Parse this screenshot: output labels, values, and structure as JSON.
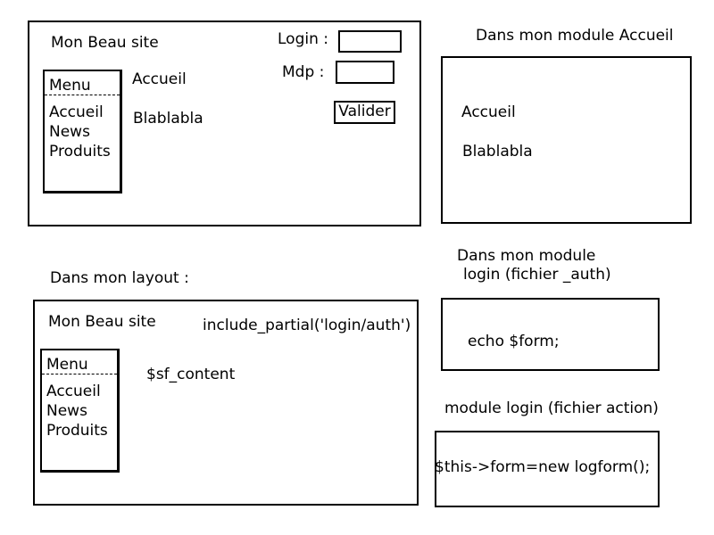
{
  "mockup1": {
    "site_title": "Mon Beau site",
    "menu": {
      "title": "Menu",
      "items": [
        "Accueil",
        "News",
        "Produits"
      ]
    },
    "content_title": "Accueil",
    "content_text": "Blablabla",
    "login_label": "Login :",
    "password_label": "Mdp :",
    "submit_label": "Valider"
  },
  "accueil_module": {
    "heading": "Dans mon module Accueil",
    "content_title": "Accueil",
    "content_text": "Blablabla"
  },
  "layout": {
    "heading": "Dans mon layout :",
    "site_title": "Mon Beau site",
    "partial_code": "include_partial('login/auth')",
    "menu": {
      "title": "Menu",
      "items": [
        "Accueil",
        "News",
        "Produits"
      ]
    },
    "content_code": "$sf_content"
  },
  "login_partial": {
    "heading_line1": "Dans mon module",
    "heading_line2": "login (fichier _auth)",
    "code": "echo $form;"
  },
  "login_action": {
    "heading": "module login (fichier action)",
    "code": "$this->form=new logform();"
  }
}
